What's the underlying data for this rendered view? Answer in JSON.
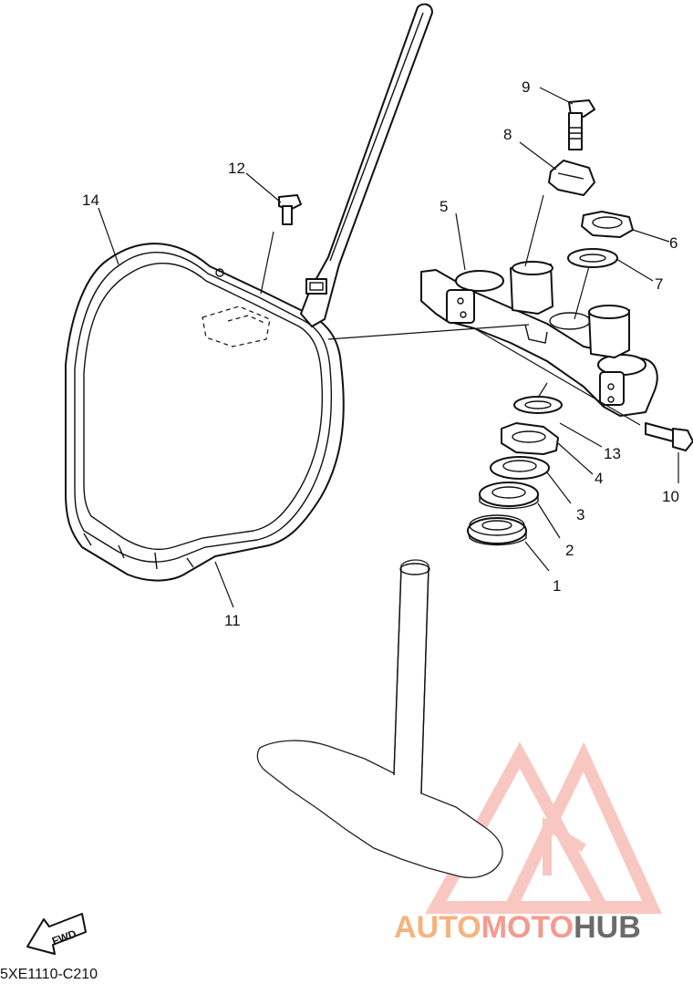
{
  "diagram": {
    "callouts": [
      {
        "id": "1",
        "label": "1"
      },
      {
        "id": "2",
        "label": "2"
      },
      {
        "id": "3",
        "label": "3"
      },
      {
        "id": "4",
        "label": "4"
      },
      {
        "id": "5",
        "label": "5"
      },
      {
        "id": "6",
        "label": "6"
      },
      {
        "id": "7",
        "label": "7"
      },
      {
        "id": "8",
        "label": "8"
      },
      {
        "id": "9",
        "label": "9"
      },
      {
        "id": "10",
        "label": "10"
      },
      {
        "id": "11",
        "label": "11"
      },
      {
        "id": "12",
        "label": "12"
      },
      {
        "id": "13",
        "label": "13"
      },
      {
        "id": "14",
        "label": "14"
      }
    ],
    "fwd_label": "FWD",
    "diagram_code": "5XE1110-C210"
  },
  "watermark": {
    "part1": "AUTO",
    "part2": "MOTO",
    "part3": "HUB",
    "colors": {
      "auto": "#f7b27e",
      "moto": "#f59a8f",
      "hub": "#6b6b6b",
      "logo": "#f59a8f"
    }
  }
}
